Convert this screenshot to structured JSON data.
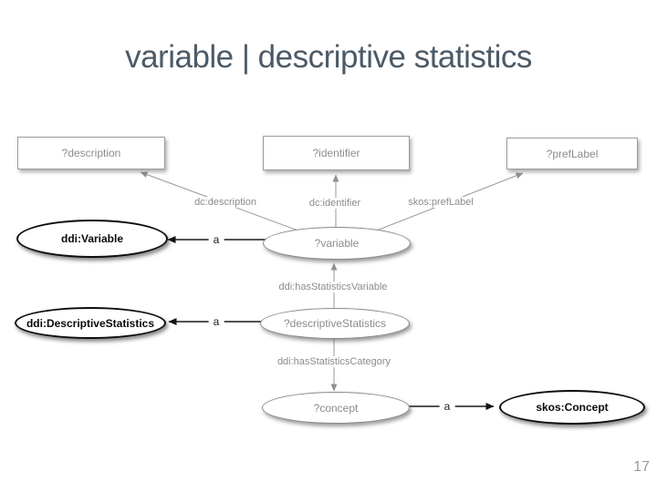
{
  "slide": {
    "title": "variable | descriptive statistics",
    "page_number": "17"
  },
  "colors": {
    "title_text": "#4c5a67",
    "muted_text": "#8c8c8c",
    "edge_gray": "#999999",
    "edge_black": "#1a1a1a",
    "node_fill": "#ffffff"
  },
  "diagram": {
    "literal_nodes": [
      {
        "label": "?description"
      },
      {
        "label": "?identifier"
      },
      {
        "label": "?prefLabel"
      }
    ],
    "variable_nodes": [
      {
        "label": "?variable"
      },
      {
        "label": "?descriptiveStatistics"
      },
      {
        "label": "?concept"
      }
    ],
    "class_nodes": [
      {
        "label": "ddi:Variable"
      },
      {
        "label": "ddi:DescriptiveStatistics"
      },
      {
        "label": "skos:Concept"
      }
    ],
    "edge_labels": {
      "dc_description": "dc:description",
      "dc_identifier": "dc:identifier",
      "skos_preflabel": "skos:prefLabel",
      "has_statistics_variable": "ddi:hasStatisticsVariable",
      "has_statistics_category": "ddi:hasStatisticsCategory",
      "a1": "a",
      "a2": "a",
      "a3": "a"
    }
  }
}
